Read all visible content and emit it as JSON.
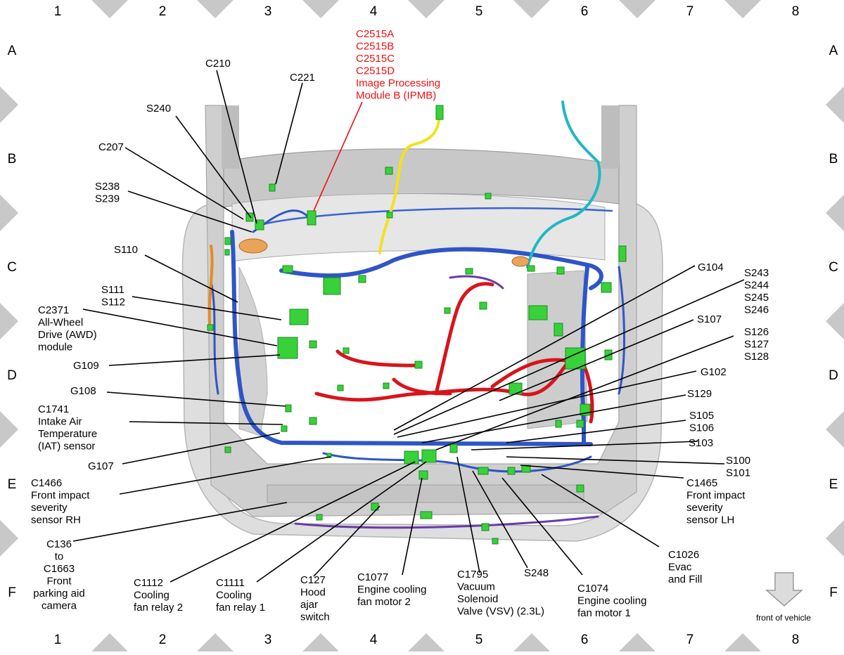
{
  "grid": {
    "columns": [
      "1",
      "2",
      "3",
      "4",
      "5",
      "6",
      "7",
      "8"
    ],
    "rows": [
      "A",
      "B",
      "C",
      "D",
      "E",
      "F"
    ]
  },
  "colors": {
    "harness_blue": "#2f55c6",
    "harness_red": "#d8141b",
    "harness_yellow": "#f2e21c",
    "harness_cyan": "#1fb8c4",
    "harness_purple": "#6a3aa8",
    "connector_green": "#38d13a",
    "body_gray": "#d6d6d6",
    "callout_red": "#ee1111"
  },
  "callouts": {
    "ipmb": [
      "C2515A",
      "C2515B",
      "C2515C",
      "C2515D",
      "Image Processing",
      "Module B (IPMB)"
    ],
    "c210": [
      "C210"
    ],
    "c221": [
      "C221"
    ],
    "s240": [
      "S240"
    ],
    "c207": [
      "C207"
    ],
    "s238": [
      "S238",
      "S239"
    ],
    "s110": [
      "S110"
    ],
    "s111": [
      "S111",
      "S112"
    ],
    "c2371": [
      "C2371",
      "All-Wheel",
      "Drive (AWD)",
      "module"
    ],
    "g109": [
      "G109"
    ],
    "g108": [
      "G108"
    ],
    "c1741": [
      "C1741",
      "Intake Air",
      "Temperature",
      "(IAT) sensor"
    ],
    "g107": [
      "G107"
    ],
    "c1466": [
      "C1466",
      "Front impact",
      "severity",
      "sensor RH"
    ],
    "c136": [
      "C136",
      "to",
      "C1663",
      "Front",
      "parking aid",
      "camera"
    ],
    "c1112": [
      "C1112",
      "Cooling",
      "fan relay 2"
    ],
    "c1111": [
      "C1111",
      "Cooling",
      "fan relay 1"
    ],
    "c127": [
      "C127",
      "Hood",
      "ajar",
      "switch"
    ],
    "c1077": [
      "C1077",
      "Engine cooling",
      "fan motor 2"
    ],
    "c1795": [
      "C1795",
      "Vacuum",
      "Solenoid",
      "Valve (VSV) (2.3L)"
    ],
    "s248": [
      "S248"
    ],
    "c1074": [
      "C1074",
      "Engine cooling",
      "fan motor 1"
    ],
    "c1026": [
      "C1026",
      "Evac",
      "and Fill"
    ],
    "c1465": [
      "C1465",
      "Front impact",
      "severity",
      "sensor LH"
    ],
    "s100": [
      "S100",
      "S101"
    ],
    "s103": [
      "S103"
    ],
    "s105": [
      "S105",
      "S106"
    ],
    "s129": [
      "S129"
    ],
    "g102": [
      "G102"
    ],
    "s126": [
      "S126",
      "S127",
      "S128"
    ],
    "s107": [
      "S107"
    ],
    "s243": [
      "S243",
      "S244",
      "S245",
      "S246"
    ],
    "g104": [
      "G104"
    ]
  },
  "front_of_vehicle": "front of vehicle"
}
